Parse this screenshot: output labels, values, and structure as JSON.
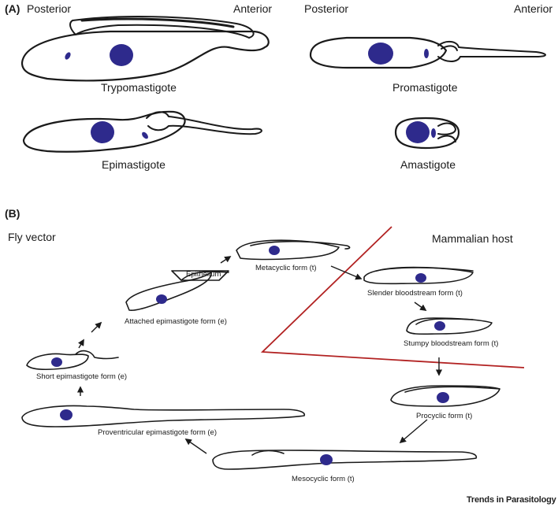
{
  "panel_a": {
    "label": "(A)",
    "left_posterior": "Posterior",
    "left_anterior": "Anterior",
    "right_posterior": "Posterior",
    "right_anterior": "Anterior",
    "cells": {
      "trypomastigote": "Trypomastigote",
      "promastigote": "Promastigote",
      "epimastigote": "Epimastigote",
      "amastigote": "Amastigote"
    }
  },
  "panel_b": {
    "label": "(B)",
    "fly_vector": "Fly vector",
    "mammalian_host": "Mammalian host",
    "epithelium": "Epithelium",
    "stages": {
      "metacyclic": "Metacyclic form (t)",
      "slender": "Slender bloodstream form (t)",
      "stumpy": "Stumpy bloodstream form (t)",
      "procyclic": "Procyclic form (t)",
      "mesocyclic": "Mesocyclic form (t)",
      "proventricular": "Proventricular epimastigote form (e)",
      "short_epi": "Short epimastigote form (e)",
      "attached_epi": "Attached epimastigote form (e)"
    }
  },
  "credit": "Trends in Parasitology",
  "colors": {
    "nucleus": "#2e2a8c",
    "outline": "#1a1a1a",
    "boundary": "#b22222"
  }
}
